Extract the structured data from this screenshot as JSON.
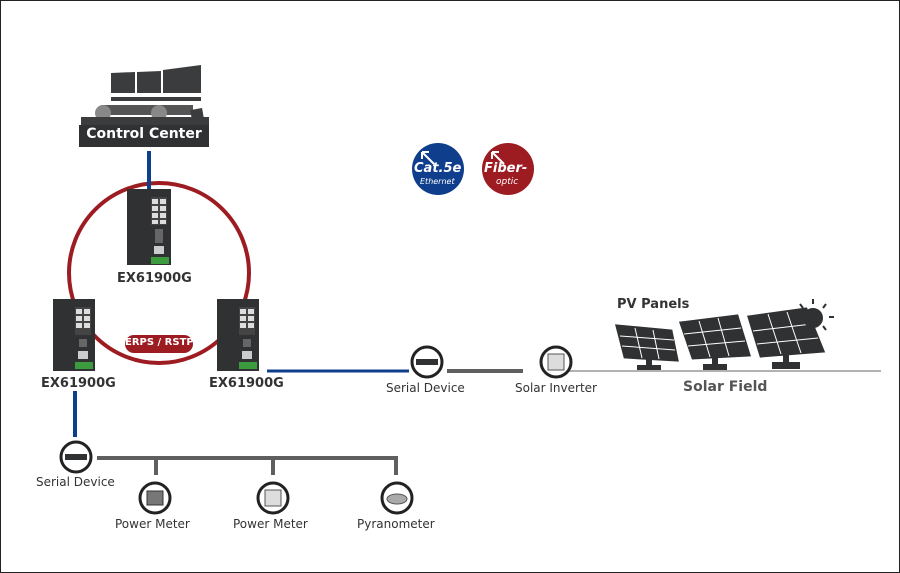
{
  "control_center": {
    "label": "Control Center"
  },
  "legend": {
    "cat5e": {
      "line1": "Cat.5e",
      "line2": "Ethernet",
      "color": "#0f3f8c"
    },
    "fiber": {
      "line1": "Fiber-",
      "line2": "optic",
      "color": "#9c1c22"
    }
  },
  "ring": {
    "protocol_label": "ERPS / RSTP",
    "color": "#9c1c22"
  },
  "switches": [
    {
      "label": "EX61900G"
    },
    {
      "label": "EX61900G"
    },
    {
      "label": "EX61900G"
    }
  ],
  "east_branch": {
    "serial_device": "Serial Device",
    "solar_inverter": "Solar Inverter"
  },
  "solar": {
    "pv_panels": "PV Panels",
    "field": "Solar Field"
  },
  "south_branch": {
    "serial_device": "Serial Device",
    "devices": [
      "Power Meter",
      "Power Meter",
      "Pyranometer"
    ]
  },
  "colors": {
    "ethernet": "#0f3f8c",
    "serial": "#5f5f5f",
    "fiber": "#9c1c22",
    "dark": "#2f3133"
  }
}
